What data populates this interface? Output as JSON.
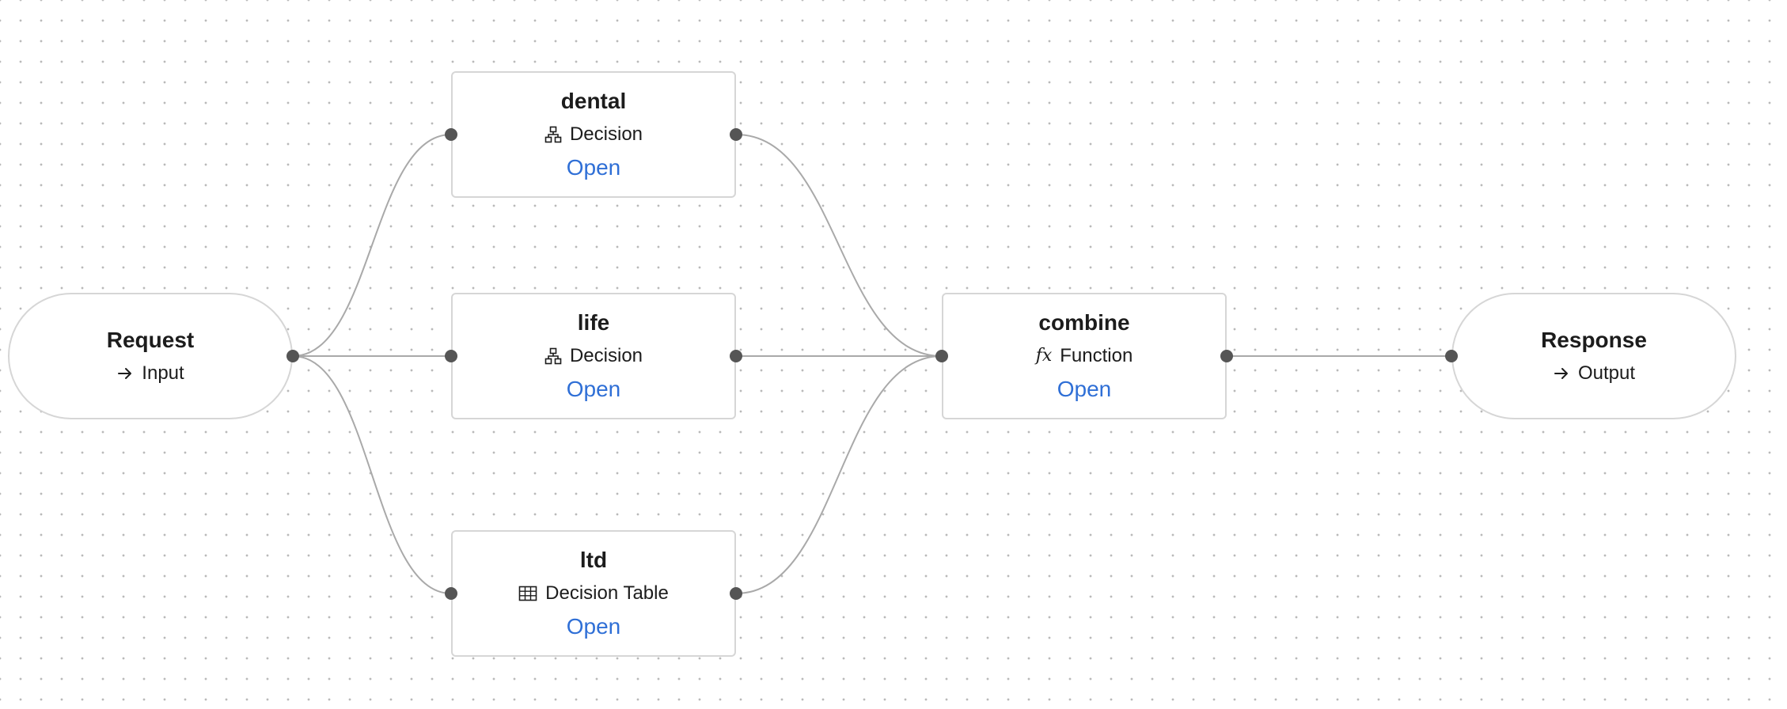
{
  "nodes": {
    "request": {
      "title": "Request",
      "kind": "Input",
      "kind_icon": "arrow-right-icon"
    },
    "dental": {
      "title": "dental",
      "kind": "Decision",
      "kind_icon": "hierarchy-icon",
      "open": "Open"
    },
    "life": {
      "title": "life",
      "kind": "Decision",
      "kind_icon": "hierarchy-icon",
      "open": "Open"
    },
    "ltd": {
      "title": "ltd",
      "kind": "Decision Table",
      "kind_icon": "table-icon",
      "open": "Open"
    },
    "combine": {
      "title": "combine",
      "kind": "Function",
      "kind_icon": "function-icon",
      "kind_glyph": "fx",
      "open": "Open"
    },
    "response": {
      "title": "Response",
      "kind": "Output",
      "kind_icon": "arrow-right-icon"
    }
  },
  "edges": [
    {
      "from": "request",
      "to": "dental"
    },
    {
      "from": "request",
      "to": "life"
    },
    {
      "from": "request",
      "to": "ltd"
    },
    {
      "from": "dental",
      "to": "combine"
    },
    {
      "from": "life",
      "to": "combine"
    },
    {
      "from": "ltd",
      "to": "combine"
    },
    {
      "from": "combine",
      "to": "response"
    }
  ],
  "colors": {
    "edge": "#a9a9a9",
    "handle": "#555555",
    "link": "#2f6fd6",
    "border": "#d6d6d6",
    "grid_dot": "#b9b9b9"
  }
}
